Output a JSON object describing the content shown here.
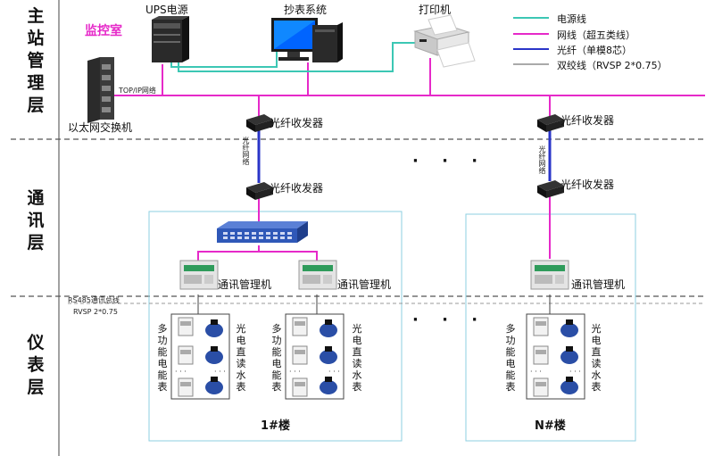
{
  "layers": {
    "station": [
      "主",
      "站",
      "管",
      "理",
      "层"
    ],
    "comm": [
      "通",
      "讯",
      "层"
    ],
    "meter": [
      "仪",
      "表",
      "层"
    ]
  },
  "monitor_room": "监控室",
  "devices": {
    "ups": "UPS电源",
    "meter_reading_system": "抄表系统",
    "printer": "打印机",
    "ethernet_switch": "以太网交换机",
    "network": "TOP/IP网络",
    "fiber_transceiver": "光纤收发器",
    "fiber_network": "光纤网络",
    "comm_manager": "通讯管理机"
  },
  "legend": [
    {
      "label": "电源线",
      "color": "#3cc7b4"
    },
    {
      "label": "网线（超五类线）",
      "color": "#e629c9"
    },
    {
      "label": "光纤（单模8芯）",
      "color": "#2a35c8"
    },
    {
      "label": "双绞线（RVSP 2*0.75）",
      "color": "#555555"
    }
  ],
  "bus": {
    "name": "RS485通讯总线",
    "spec": "RVSP 2*0.75"
  },
  "meter_groups": {
    "electric": [
      "多",
      "功",
      "能",
      "电",
      "能",
      "表"
    ],
    "water": [
      "光",
      "电",
      "直",
      "读",
      "水",
      "表"
    ]
  },
  "ellipsis_small": "· · ·",
  "ellipsis_big": "· · ·",
  "buildings": [
    "1#楼",
    "N#楼"
  ]
}
